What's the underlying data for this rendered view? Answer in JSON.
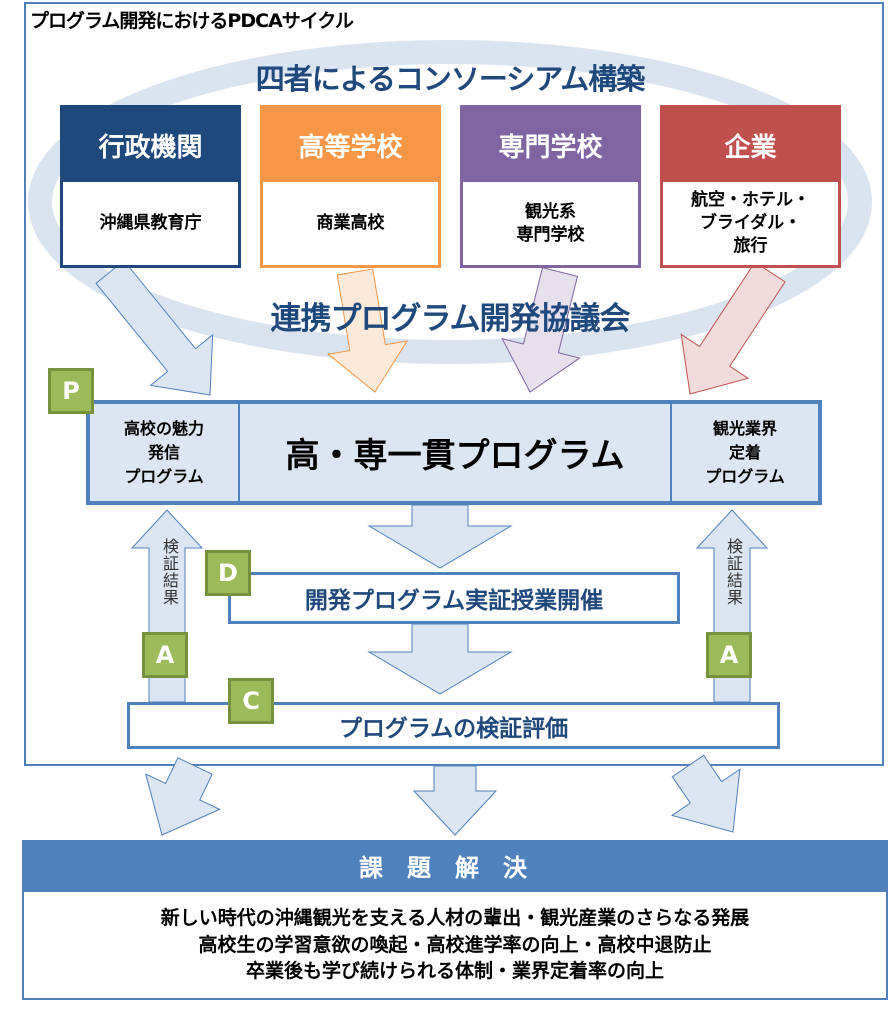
{
  "title": "プログラム開発におけるPDCAサイクル",
  "consortium_heading": "四者によるコンソーシアム構築",
  "council_heading": "連携プログラム開発協議会",
  "colors": {
    "accent": "#4f81bd",
    "navy": "#1f497d",
    "orange": "#f79646",
    "purple": "#8064a2",
    "red": "#c0504d",
    "green": "#9bbb59",
    "light": "#dce6f2"
  },
  "members": [
    {
      "header": "行政機関",
      "body": "沖縄県教育庁",
      "color": "#1f497d"
    },
    {
      "header": "高等学校",
      "body": "商業高校",
      "color": "#f79646"
    },
    {
      "header": "専門学校",
      "body": "観光系\n専門学校",
      "color": "#8064a2"
    },
    {
      "header": "企業",
      "body": "航空・ホテル・\nブライダル・\n旅行",
      "color": "#c0504d"
    }
  ],
  "plan": {
    "badge": "P",
    "left": "高校の魅力\n発信\nプログラム",
    "center": "高・専一貫プログラム",
    "right": "観光業界\n定着\nプログラム"
  },
  "do": {
    "badge": "D",
    "label": "開発プログラム実証授業開催"
  },
  "check": {
    "badge": "C",
    "label": "プログラムの検証評価"
  },
  "act": {
    "badge": "A",
    "feedback_label": "検証結果"
  },
  "solution": {
    "heading": "課題解決",
    "lines": [
      "新しい時代の沖縄観光を支える人材の輩出・観光産業のさらなる発展",
      "高校生の学習意欲の喚起・高校進学率の向上・高校中退防止",
      "卒業後も学び続けられる体制・業界定着率の向上"
    ]
  }
}
